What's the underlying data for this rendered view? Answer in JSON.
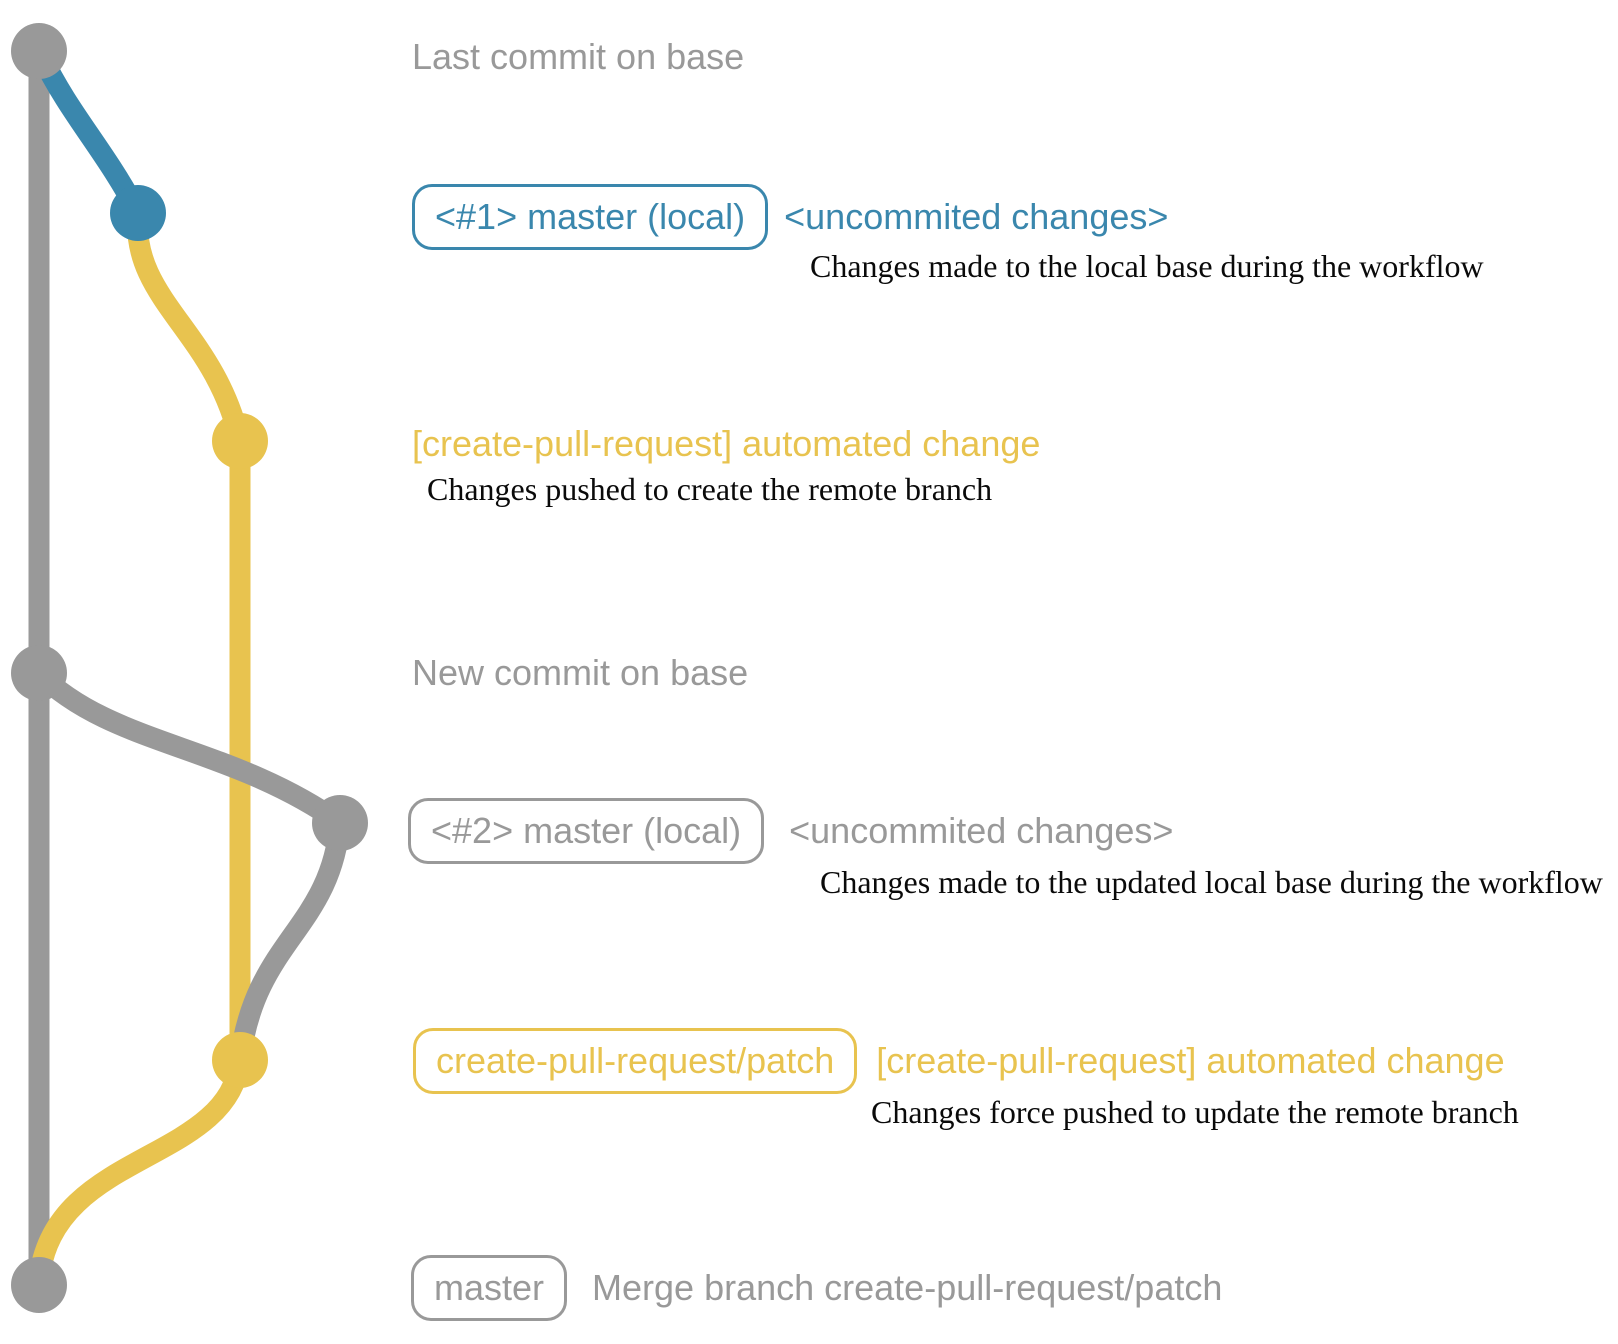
{
  "colors": {
    "base_gray": "#999999",
    "branch_blue": "#3a87ad",
    "branch_yellow": "#e8c34f",
    "caption_black": "#0a0a0a"
  },
  "graph": {
    "commits": [
      {
        "name": "last-commit-on-base",
        "branch": "base",
        "color": "gray"
      },
      {
        "name": "uncommitted-changes-1",
        "branch": "local-master-1",
        "color": "blue"
      },
      {
        "name": "automated-change-1",
        "branch": "create-pull-request-patch",
        "color": "yellow"
      },
      {
        "name": "new-commit-on-base",
        "branch": "base",
        "color": "gray"
      },
      {
        "name": "uncommitted-changes-2",
        "branch": "local-master-2",
        "color": "gray"
      },
      {
        "name": "automated-change-2",
        "branch": "create-pull-request-patch",
        "color": "yellow"
      },
      {
        "name": "merge-commit",
        "branch": "base",
        "color": "gray"
      }
    ]
  },
  "rows": {
    "r1": {
      "heading": "Last commit on base"
    },
    "r2": {
      "tag": "<#1> master (local)",
      "message": "<uncommited changes>",
      "caption": "Changes made to the local base during the workflow"
    },
    "r3": {
      "message": "[create-pull-request] automated change",
      "caption": "Changes pushed to create the remote branch"
    },
    "r4": {
      "heading": "New commit on base"
    },
    "r5": {
      "tag": "<#2> master (local)",
      "message": "<uncommited changes>",
      "caption": "Changes made to the updated local base during the workflow"
    },
    "r6": {
      "tag": "create-pull-request/patch",
      "message": "[create-pull-request] automated change",
      "caption": "Changes force pushed to update the remote branch"
    },
    "r7": {
      "tag": "master",
      "message": "Merge branch create-pull-request/patch"
    }
  }
}
